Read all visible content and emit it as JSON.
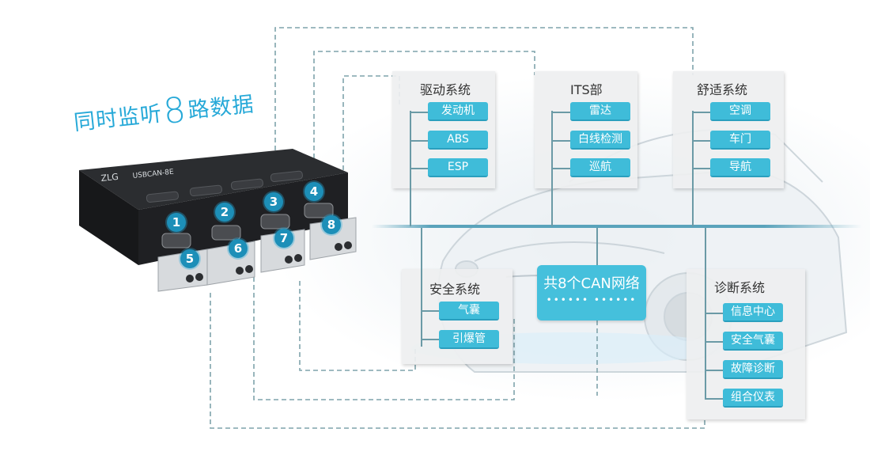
{
  "headline": {
    "prefix": "同时监听",
    "number": "8",
    "suffix": "路数据"
  },
  "device": {
    "brand": "ZLG",
    "model": "USBCAN-8E",
    "ports": [
      "1",
      "2",
      "3",
      "4",
      "5",
      "6",
      "7",
      "8"
    ]
  },
  "network": {
    "title": "共8个CAN网络",
    "dots": "•••••• ••••••"
  },
  "groups": {
    "drive": {
      "title": "驱动系统",
      "items": [
        "发动机",
        "ABS",
        "ESP"
      ]
    },
    "its": {
      "title": "ITS部",
      "items": [
        "雷达",
        "白线检测",
        "巡航"
      ]
    },
    "comfort": {
      "title": "舒适系统",
      "items": [
        "空调",
        "车门",
        "导航"
      ]
    },
    "safety": {
      "title": "安全系统",
      "items": [
        "气囊",
        "引爆管"
      ]
    },
    "diagnosis": {
      "title": "诊断系统",
      "items": [
        "信息中心",
        "安全气囊",
        "故障诊断",
        "组合仪表"
      ]
    }
  },
  "colors": {
    "accent": "#3fbcd9",
    "headline": "#27a9d8",
    "badge": "#1d8fb8",
    "wire": "#7fa3ab"
  }
}
